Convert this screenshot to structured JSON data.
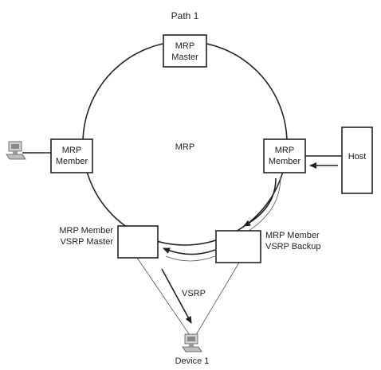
{
  "labels": {
    "path": "Path 1",
    "ring": "MRP",
    "master_line1": "MRP",
    "master_line2": "Master",
    "left_member_line1": "MRP",
    "left_member_line2": "Member",
    "right_member_line1": "MRP",
    "right_member_line2": "Member",
    "host": "Host",
    "vsrp_master_line1": "MRP Member",
    "vsrp_master_line2": "VSRP Master",
    "vsrp_backup_line1": "MRP Member",
    "vsrp_backup_line2": "VSRP Backup",
    "vsrp": "VSRP",
    "device": "Device 1"
  },
  "icons": [
    "computer-icon",
    "computer-icon"
  ]
}
